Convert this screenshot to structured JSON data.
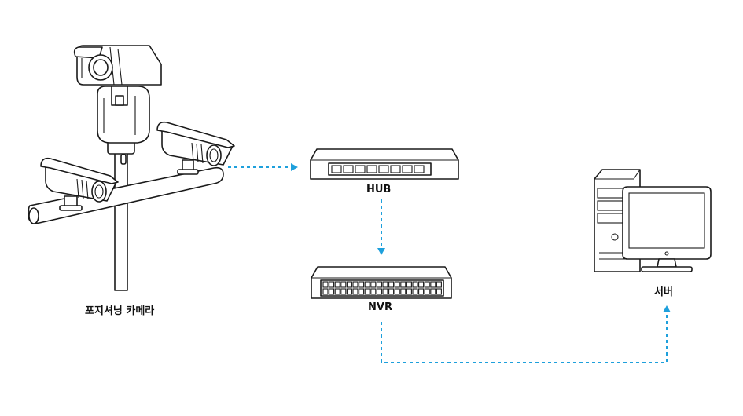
{
  "labels": {
    "camera": "포지셔닝 카메라",
    "hub": "HUB",
    "nvr": "NVR",
    "server": "서버"
  },
  "colors": {
    "accent": "#1ea0dc",
    "line": "#1a1a1a"
  },
  "icons": [
    "ptz-camera-icon",
    "bullet-camera-icon",
    "hub-icon",
    "nvr-icon",
    "server-pc-icon"
  ]
}
